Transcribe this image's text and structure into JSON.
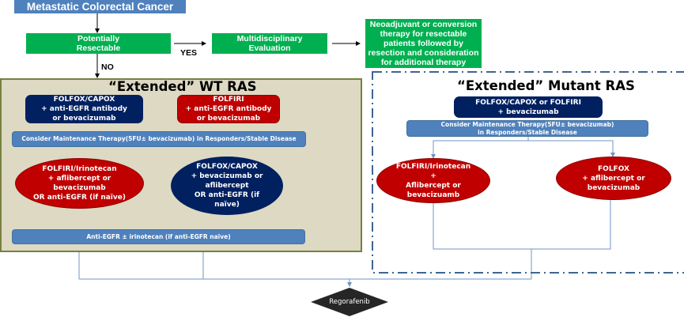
{
  "start": {
    "label": "Metastatic Colorectal Cancer"
  },
  "resectable": {
    "label": "Potentially\nResectable"
  },
  "branch_labels": {
    "yes": "YES",
    "no": "NO"
  },
  "multidisciplinary": {
    "label": "Multidisciplinary\nEvaluation"
  },
  "neoadjuvant": {
    "label": "Neoadjuvant or conversion\ntherapy for resectable\npatients followed by\nresection and consideration\nfor additional therapy"
  },
  "wt_ras": {
    "title": "“Extended” WT RAS",
    "first_line_left": "FOLFOX/CAPOX\n+ anti-EGFR antibody\nor bevacizumab",
    "first_line_right": "FOLFIRI\n+ anti-EGFR antibody\nor bevacizumab",
    "maintenance": "Consider Maintenance Therapy(5FU± bevacizumab) in Responders/Stable Disease",
    "second_line_left": "FOLFIRI/Irinotecan\n+ aflibercept or\nbevacizumab\nOR anti-EGFR (if naïve)",
    "second_line_right": "FOLFOX/CAPOX\n+ bevacizumab or\naflibercept\nOR anti-EGFR (if\nnaïve)",
    "third_line": "Anti-EGFR ± irinotecan (if anti-EGFR naïve)"
  },
  "mutant_ras": {
    "title": "“Extended” Mutant RAS",
    "first_line": "FOLFOX/CAPOX or FOLFIRI\n+ bevacizumab",
    "maintenance": "Consider Maintenance Therapy(5FU± bevacizumab)\nin Responders/Stable Disease",
    "second_line_left": "FOLFIRI/Irinotecan\n+\nAflibercept or\nbevacizuamb",
    "second_line_right": "FOLFOX\n+ aflibercept or\nbevacizumab"
  },
  "final": {
    "label": "Regorafenib"
  },
  "colors": {
    "title_blue": "#4f81bd",
    "green": "#00b050",
    "navy": "#002060",
    "red": "#c00000",
    "panel_bg": "#ddd9c3",
    "panel_border": "#77803f",
    "connector": "#7ea1cc"
  }
}
